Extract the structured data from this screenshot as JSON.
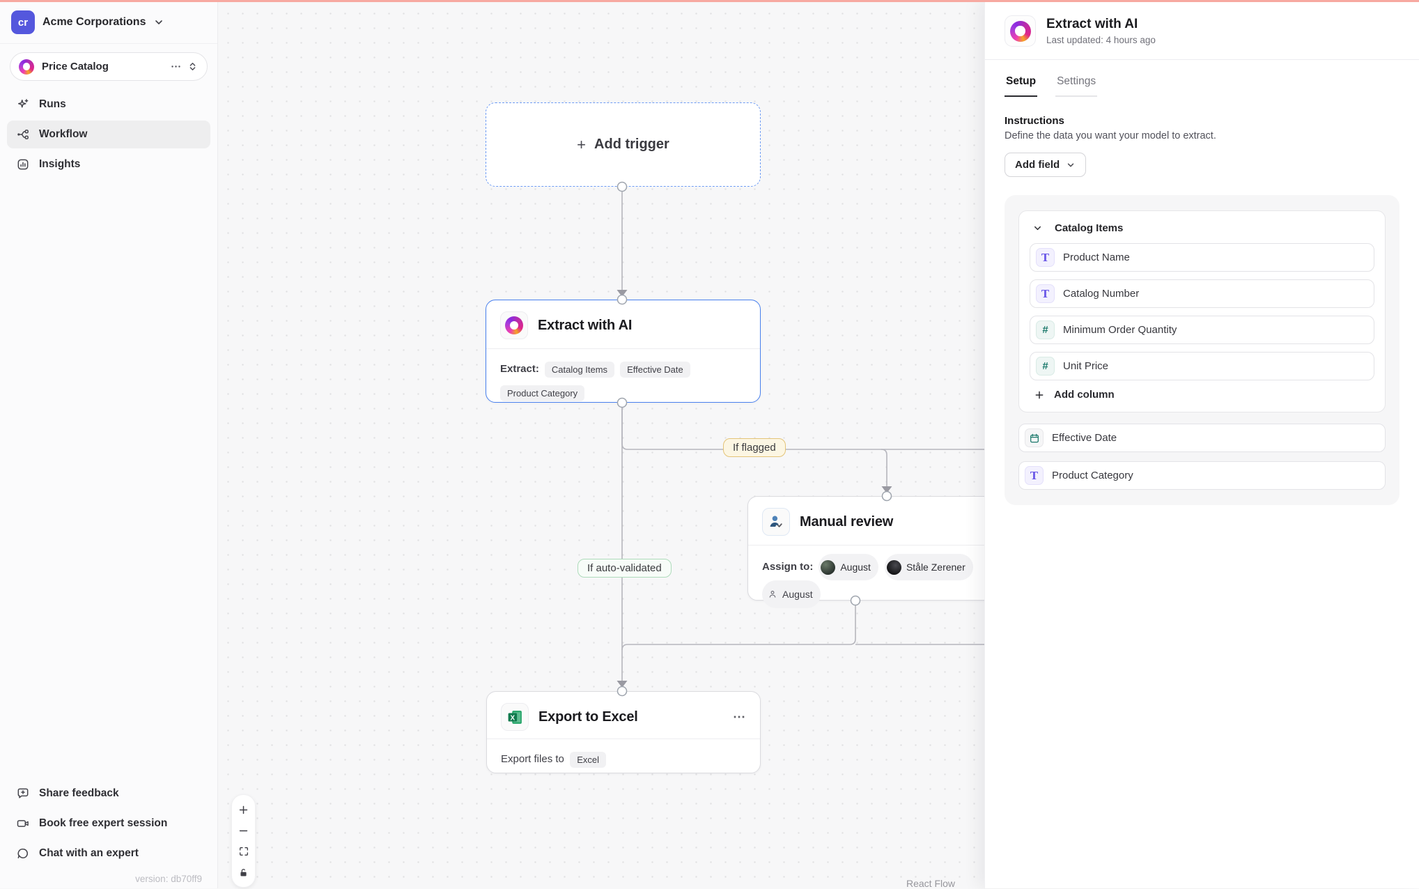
{
  "sidebar": {
    "org": {
      "initials": "cr",
      "name": "Acme Corporations"
    },
    "project": {
      "name": "Price Catalog"
    },
    "nav": [
      {
        "label": "Runs"
      },
      {
        "label": "Workflow"
      },
      {
        "label": "Insights"
      }
    ],
    "footer": [
      {
        "label": "Share feedback"
      },
      {
        "label": "Book free expert session"
      },
      {
        "label": "Chat with an expert"
      }
    ],
    "version": "version: db70ff9"
  },
  "canvas": {
    "trigger": {
      "plus": "+",
      "label": "Add trigger"
    },
    "extract_node": {
      "title": "Extract with AI",
      "body_label": "Extract:",
      "chips": [
        "Catalog Items",
        "Effective Date",
        "Product Category"
      ]
    },
    "manual_node": {
      "title": "Manual review",
      "body_label": "Assign to:",
      "assignees": [
        {
          "name": "August"
        },
        {
          "name": "Ståle Zerener"
        },
        {
          "name": "August"
        }
      ]
    },
    "export_node": {
      "title": "Export to Excel",
      "menu": "⋯",
      "body_label": "Export files to",
      "chip": "Excel"
    },
    "edge_labels": {
      "flagged": "If flagged",
      "auto": "If auto-validated"
    },
    "attribution": "React Flow"
  },
  "panel": {
    "title": "Extract with AI",
    "subtitle": "Last updated: 4 hours ago",
    "tabs": [
      {
        "label": "Setup"
      },
      {
        "label": "Settings"
      }
    ],
    "instructions": {
      "title": "Instructions",
      "subtitle": "Define the data you want your model to extract."
    },
    "add_field_label": "Add field",
    "group": {
      "name": "Catalog Items",
      "fields": [
        {
          "label": "Product Name",
          "type": "text"
        },
        {
          "label": "Catalog Number",
          "type": "text"
        },
        {
          "label": "Minimum Order Quantity",
          "type": "number"
        },
        {
          "label": "Unit Price",
          "type": "number"
        }
      ],
      "add_column_label": "Add column"
    },
    "fields": [
      {
        "label": "Effective Date",
        "type": "date"
      },
      {
        "label": "Product Category",
        "type": "text"
      }
    ]
  },
  "icons": {
    "text_badge_glyph": "T",
    "number_badge_glyph": "#"
  },
  "colors": {
    "top_accent": "#f7a9a1",
    "selected_node_border": "#4880ee",
    "trigger_dashed_border": "#6d9bf4",
    "flagged_label_border": "#e4c478",
    "auto_label_border": "#aedbbb",
    "text_type_purple": "#6d5be8",
    "number_type_teal": "#1c7a6c",
    "org_logo_indigo": "#5457dd",
    "excel_green": "#0f7a4d"
  }
}
